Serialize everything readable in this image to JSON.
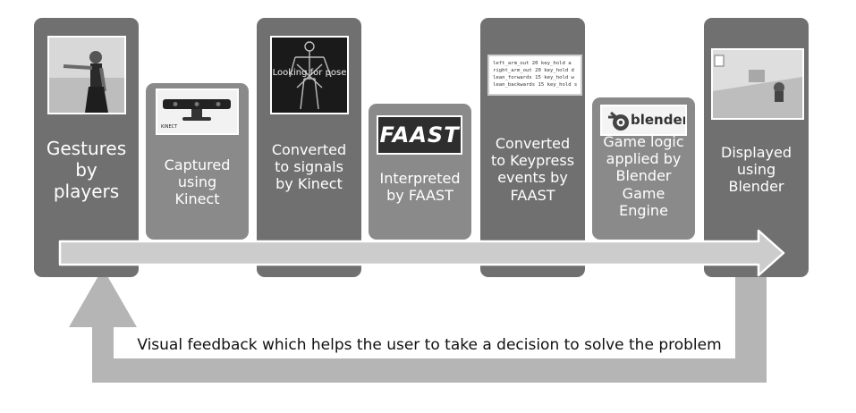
{
  "steps": [
    {
      "label": "Gestures\nby\nplayers",
      "thumbnail": "child-gesture-photo"
    },
    {
      "label": "Captured\nusing\nKinect",
      "thumbnail": "kinect-sensor-photo",
      "thumbnail_text": "KINECT"
    },
    {
      "label": "Converted\nto signals\nby Kinect",
      "thumbnail": "skeleton-tracking-screen",
      "thumbnail_text": "Looking for pose"
    },
    {
      "label": "Interpreted\nby FAAST",
      "thumbnail": "faast-logo",
      "thumbnail_text": "FAAST"
    },
    {
      "label": "Converted\nto Keypress\nevents by\nFAAST",
      "thumbnail": "keypress-config-text",
      "thumbnail_text": "left_arm_out 20 key_hold a\nright_arm_out 20 key_hold d\nlean_forwards 15 key_hold w\nlean_backwards 15 key_hold s"
    },
    {
      "label": "Game logic\napplied by\nBlender\nGame\nEngine",
      "thumbnail": "blender-logo",
      "thumbnail_text": "blender"
    },
    {
      "label": "Displayed\nusing\nBlender",
      "thumbnail": "game-scene-screenshot"
    }
  ],
  "feedback": {
    "text": "Visual feedback which helps the user to take a decision to solve the problem"
  },
  "colors": {
    "card_dark": "#707070",
    "card_light": "#8a8a8a",
    "arrow_fill": "#cccccc",
    "arrow_stroke": "#ffffff",
    "feedback_arrow": "#b5b5b5"
  }
}
